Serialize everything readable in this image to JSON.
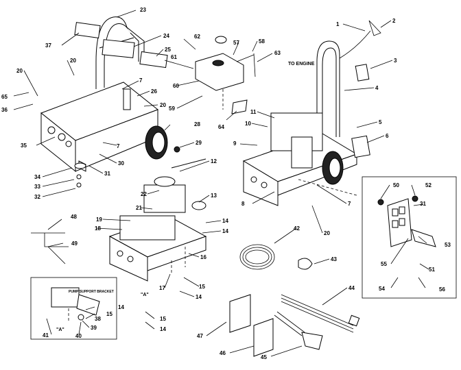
{
  "notes": {
    "to_engine": "TO ENGINE",
    "pump_support_bracket": "PUMP SUPPORT BRACKET",
    "detail_a_left": "\"A\"",
    "detail_a_inset": "\"A\""
  },
  "callouts": [
    "1",
    "2",
    "3",
    "4",
    "5",
    "6",
    "7",
    "8",
    "9",
    "10",
    "11",
    "12",
    "13",
    "14",
    "15",
    "16",
    "17",
    "18",
    "19",
    "20",
    "21",
    "22",
    "23",
    "24",
    "25",
    "26",
    "28",
    "29",
    "30",
    "31",
    "32",
    "33",
    "34",
    "35",
    "36",
    "37",
    "38",
    "39",
    "40",
    "41",
    "42",
    "43",
    "44",
    "45",
    "46",
    "47",
    "48",
    "49",
    "50",
    "51",
    "52",
    "53",
    "54",
    "55",
    "56",
    "57",
    "58",
    "59",
    "60",
    "61",
    "62",
    "63",
    "64",
    "65"
  ],
  "colors": {
    "line": "#000000",
    "background": "#ffffff",
    "tire": "#222222"
  }
}
